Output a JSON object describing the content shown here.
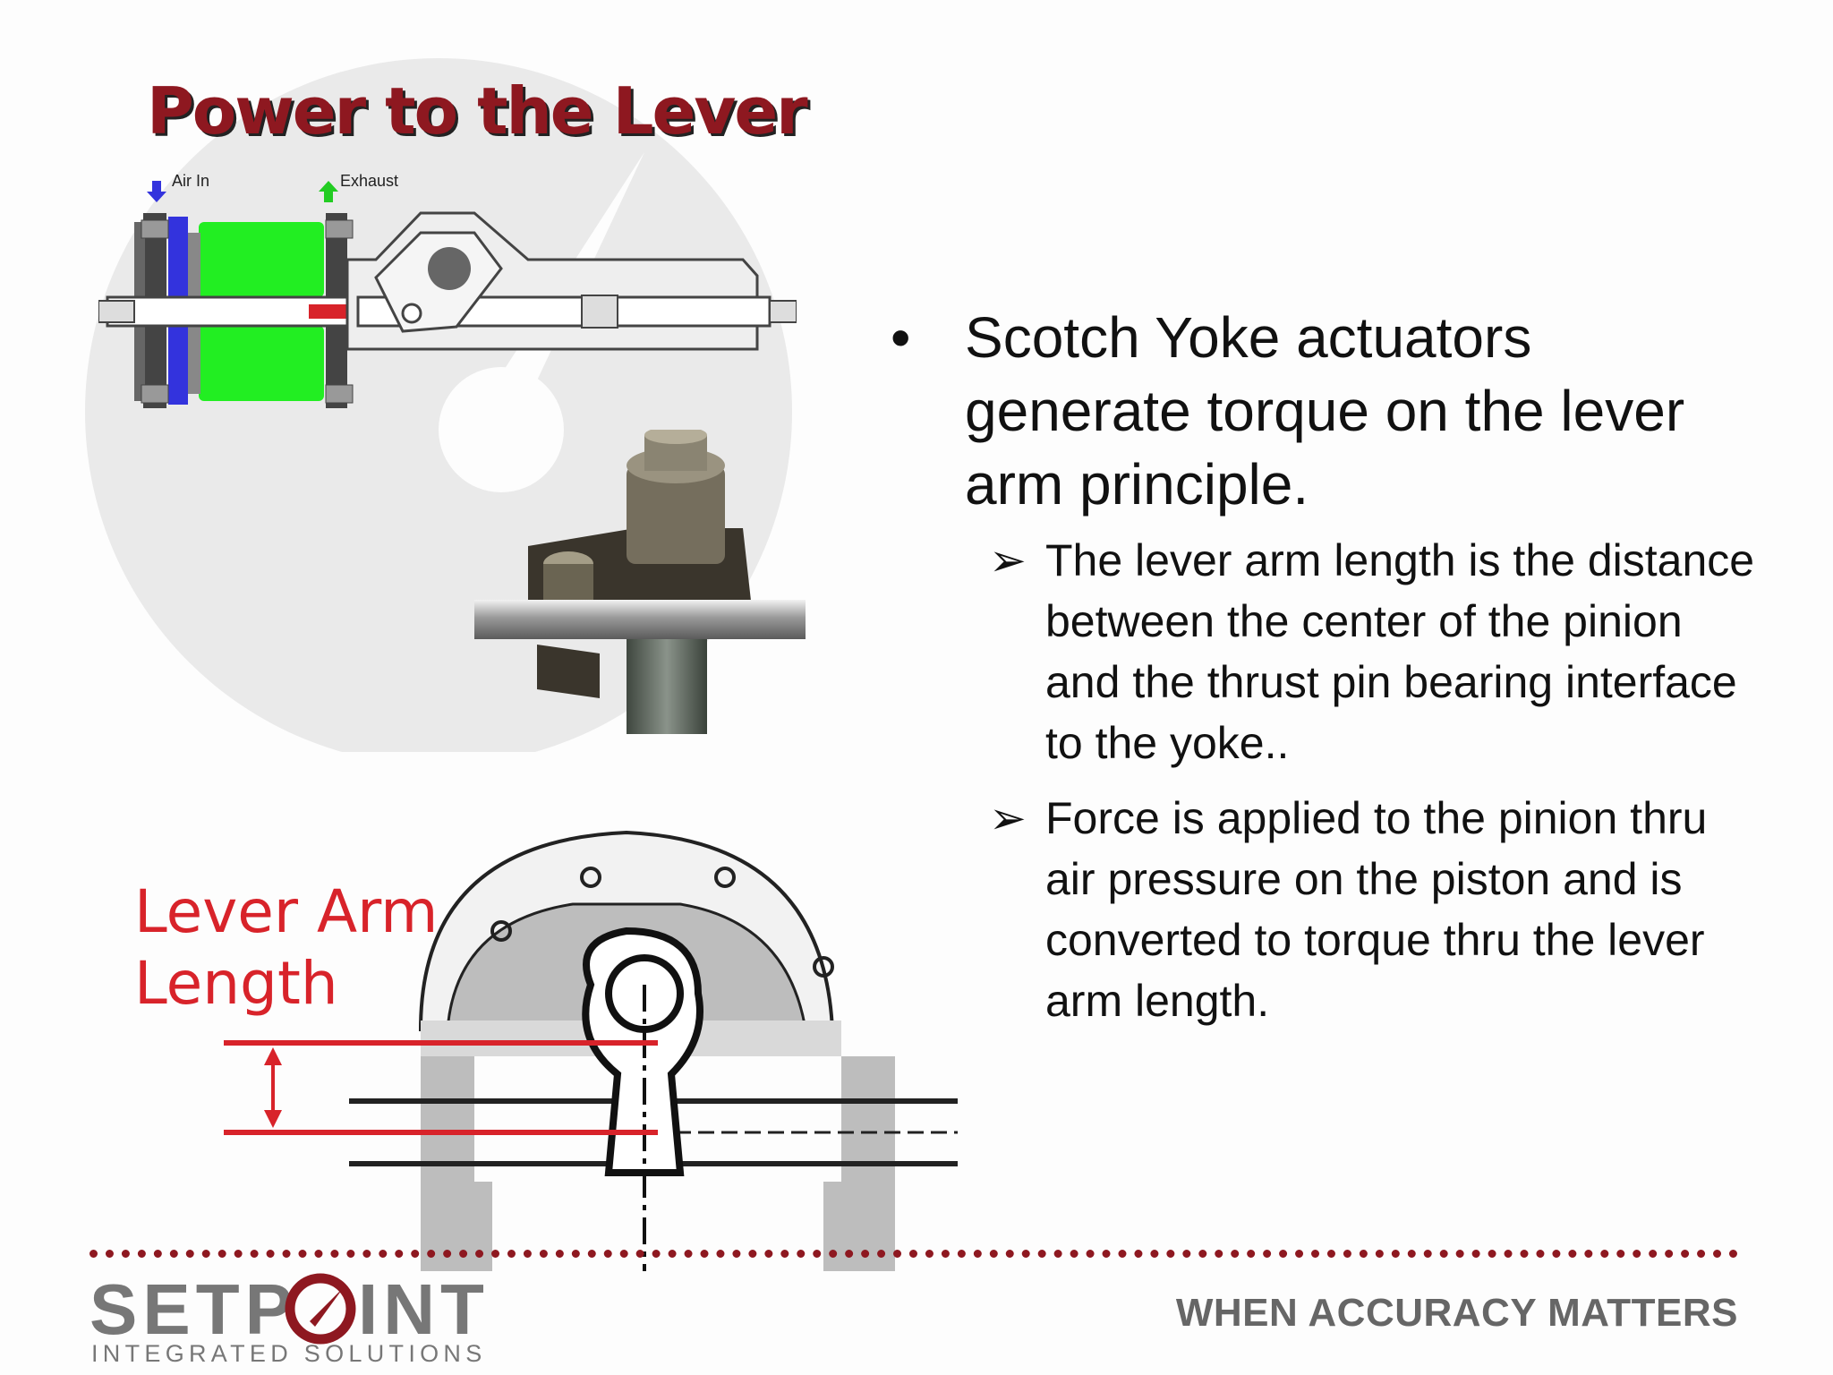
{
  "slide": {
    "title": "Power to the Lever"
  },
  "diagram": {
    "air_in_label": "Air In",
    "exhaust_label": "Exhaust"
  },
  "lever_diagram": {
    "label_line1": "Lever Arm",
    "label_line2": "Length"
  },
  "content": {
    "bullet": "Scotch Yoke actuators generate torque on the lever arm principle.",
    "sub_bullets": [
      "The lever arm length is the distance between the center of the pinion and the thrust pin bearing interface to the yoke..",
      "Force is applied to the pinion thru air pressure on the piston and is converted to torque thru the lever arm length."
    ]
  },
  "footer": {
    "logo_text_left": "SETP",
    "logo_text_right": "INT",
    "logo_subtext": "INTEGRATED SOLUTIONS",
    "tagline": "WHEN ACCURACY MATTERS"
  },
  "colors": {
    "title": "#8e1820",
    "accent_red": "#d8232a",
    "piston_green": "#22ee22",
    "air_blue": "#3333dd"
  }
}
